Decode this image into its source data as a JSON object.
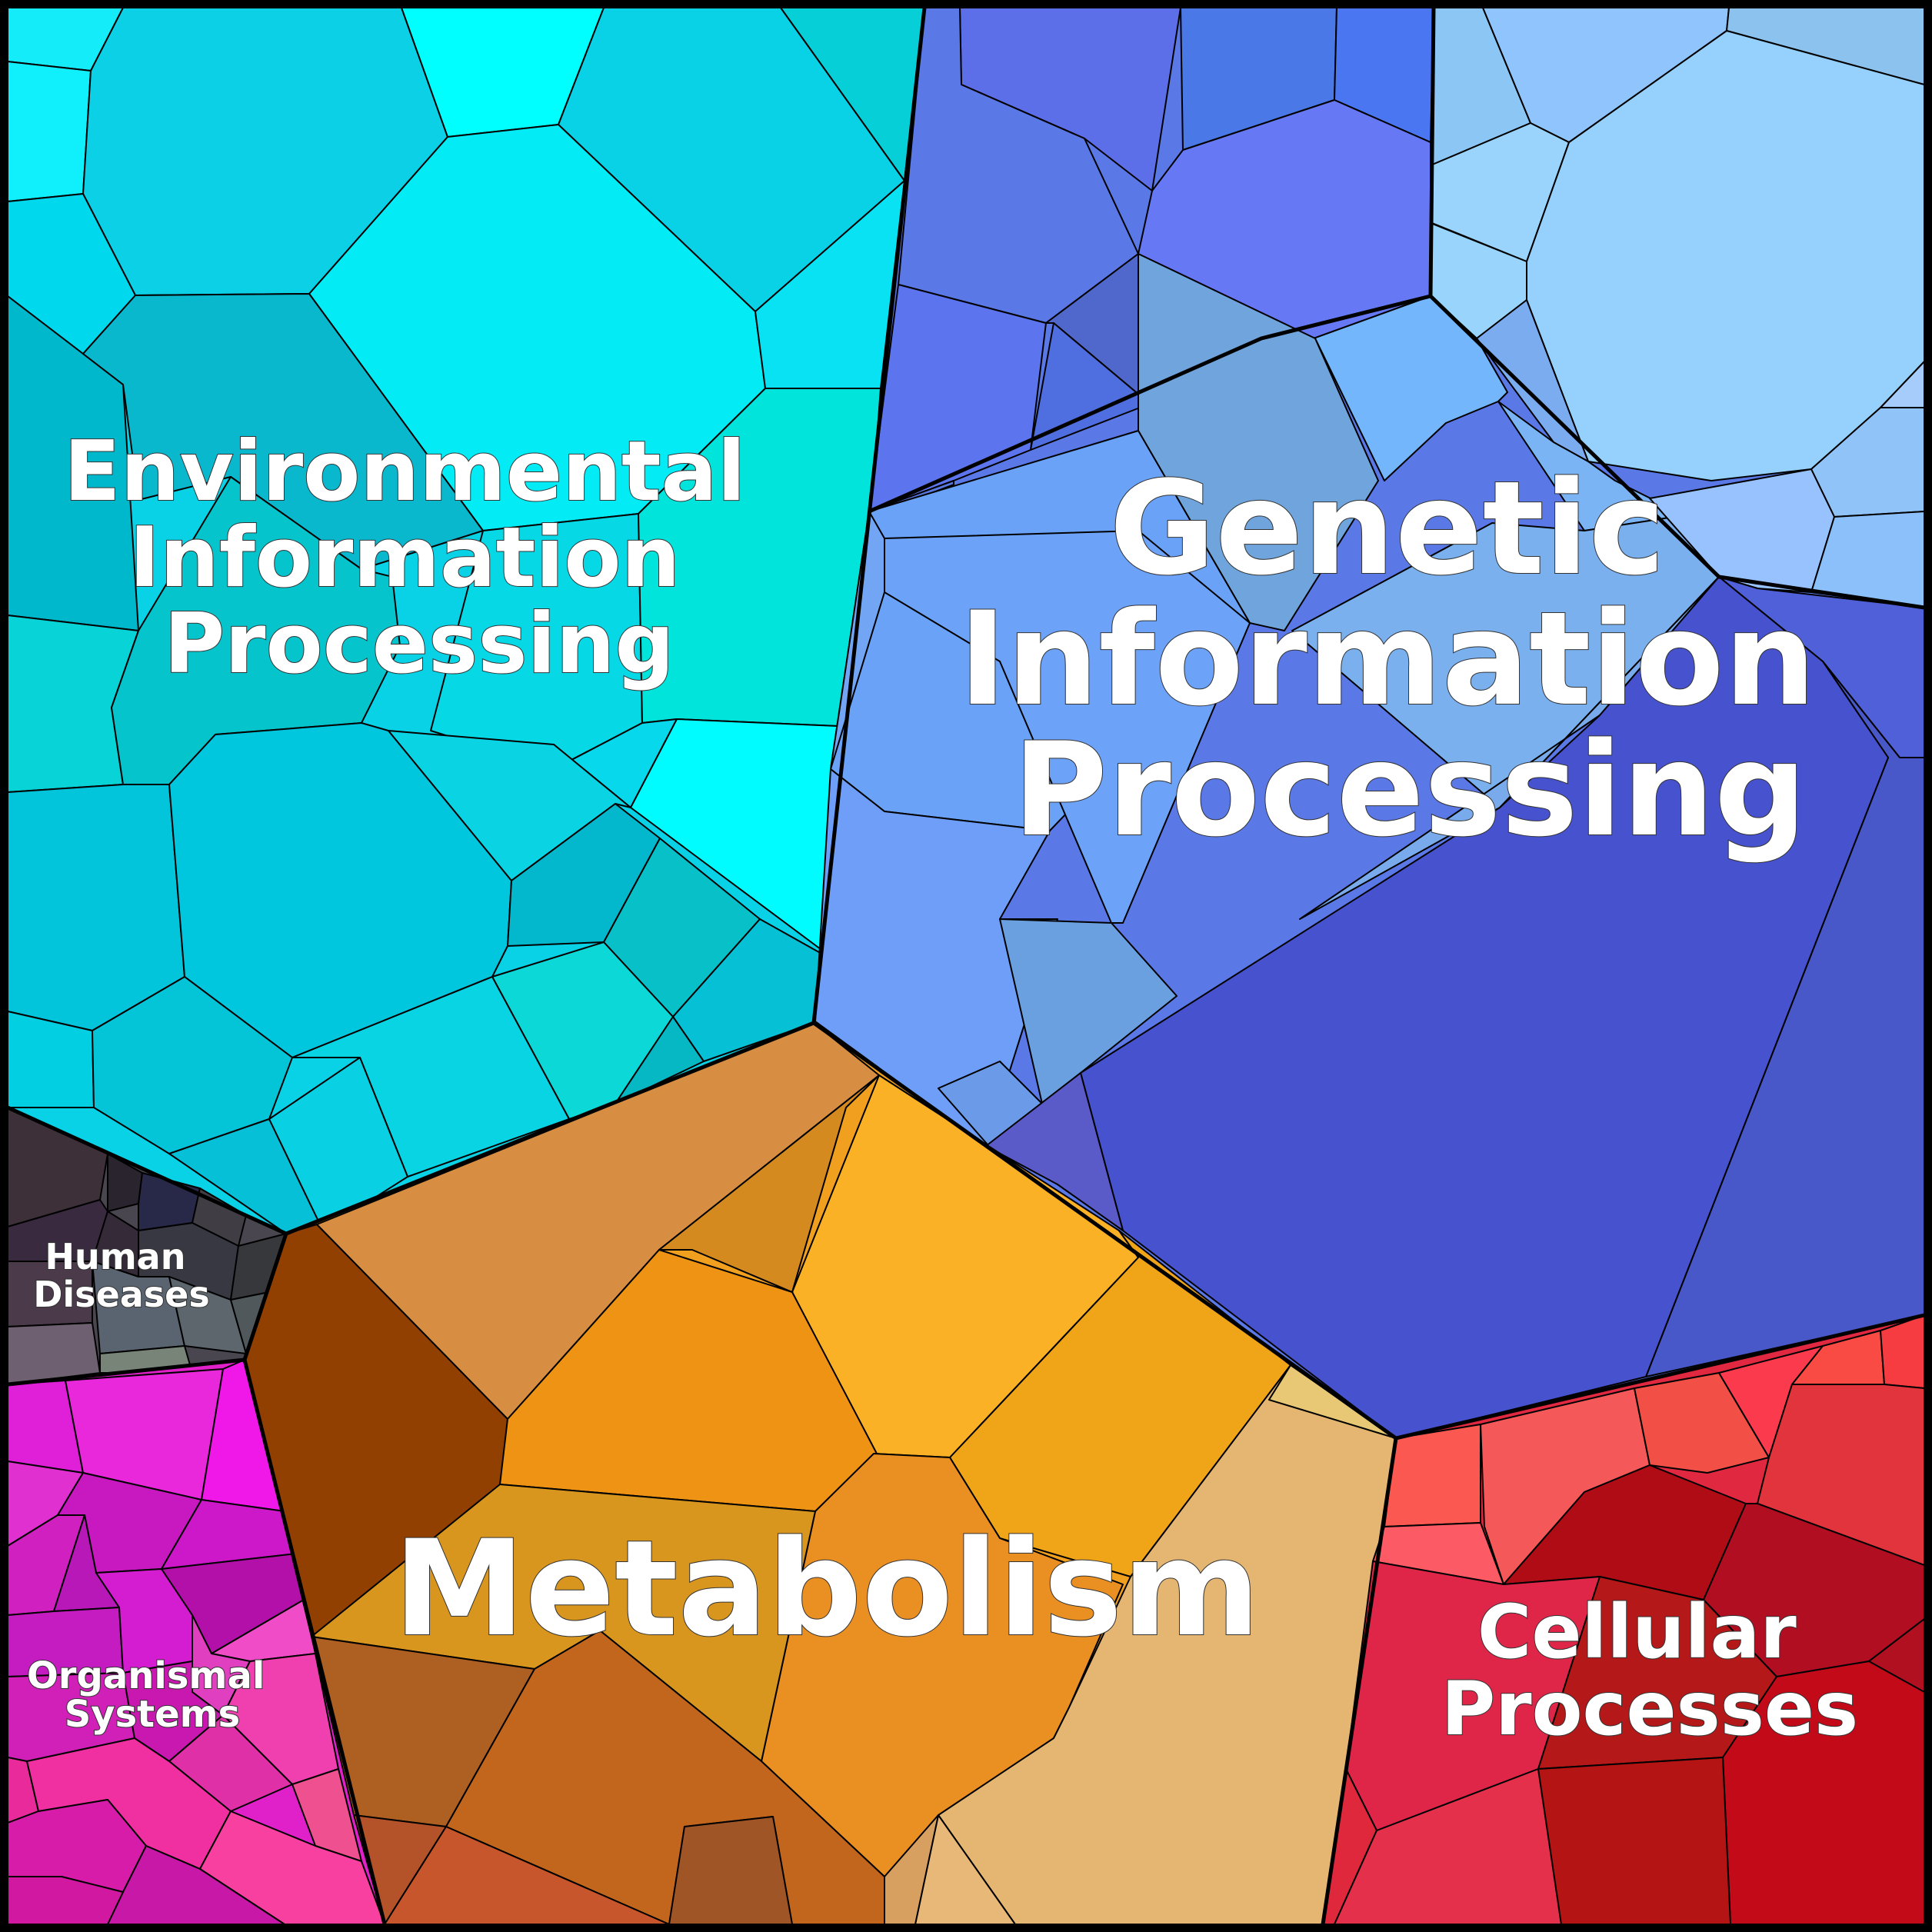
{
  "diagram": {
    "kind": "voronoi-treemap",
    "categories": [
      {
        "id": "environmental",
        "label_lines": [
          "Environmental",
          "Information",
          "Processing"
        ],
        "color": "#0ad2e6"
      },
      {
        "id": "genetic",
        "label_lines": [
          "Genetic",
          "Information",
          "Processing"
        ],
        "color": "#5a78e6"
      },
      {
        "id": "metabolism",
        "label_lines": [
          "Metabolism"
        ],
        "color": "#f0a01e"
      },
      {
        "id": "cellular",
        "label_lines": [
          "Cellular",
          "Processes"
        ],
        "color": "#e02840"
      },
      {
        "id": "human-diseases",
        "label_lines": [
          "Human",
          "Diseases"
        ],
        "color": "#4a4650"
      },
      {
        "id": "organismal",
        "label_lines": [
          "Organismal",
          "Systems"
        ],
        "color": "#e020c8"
      }
    ]
  }
}
